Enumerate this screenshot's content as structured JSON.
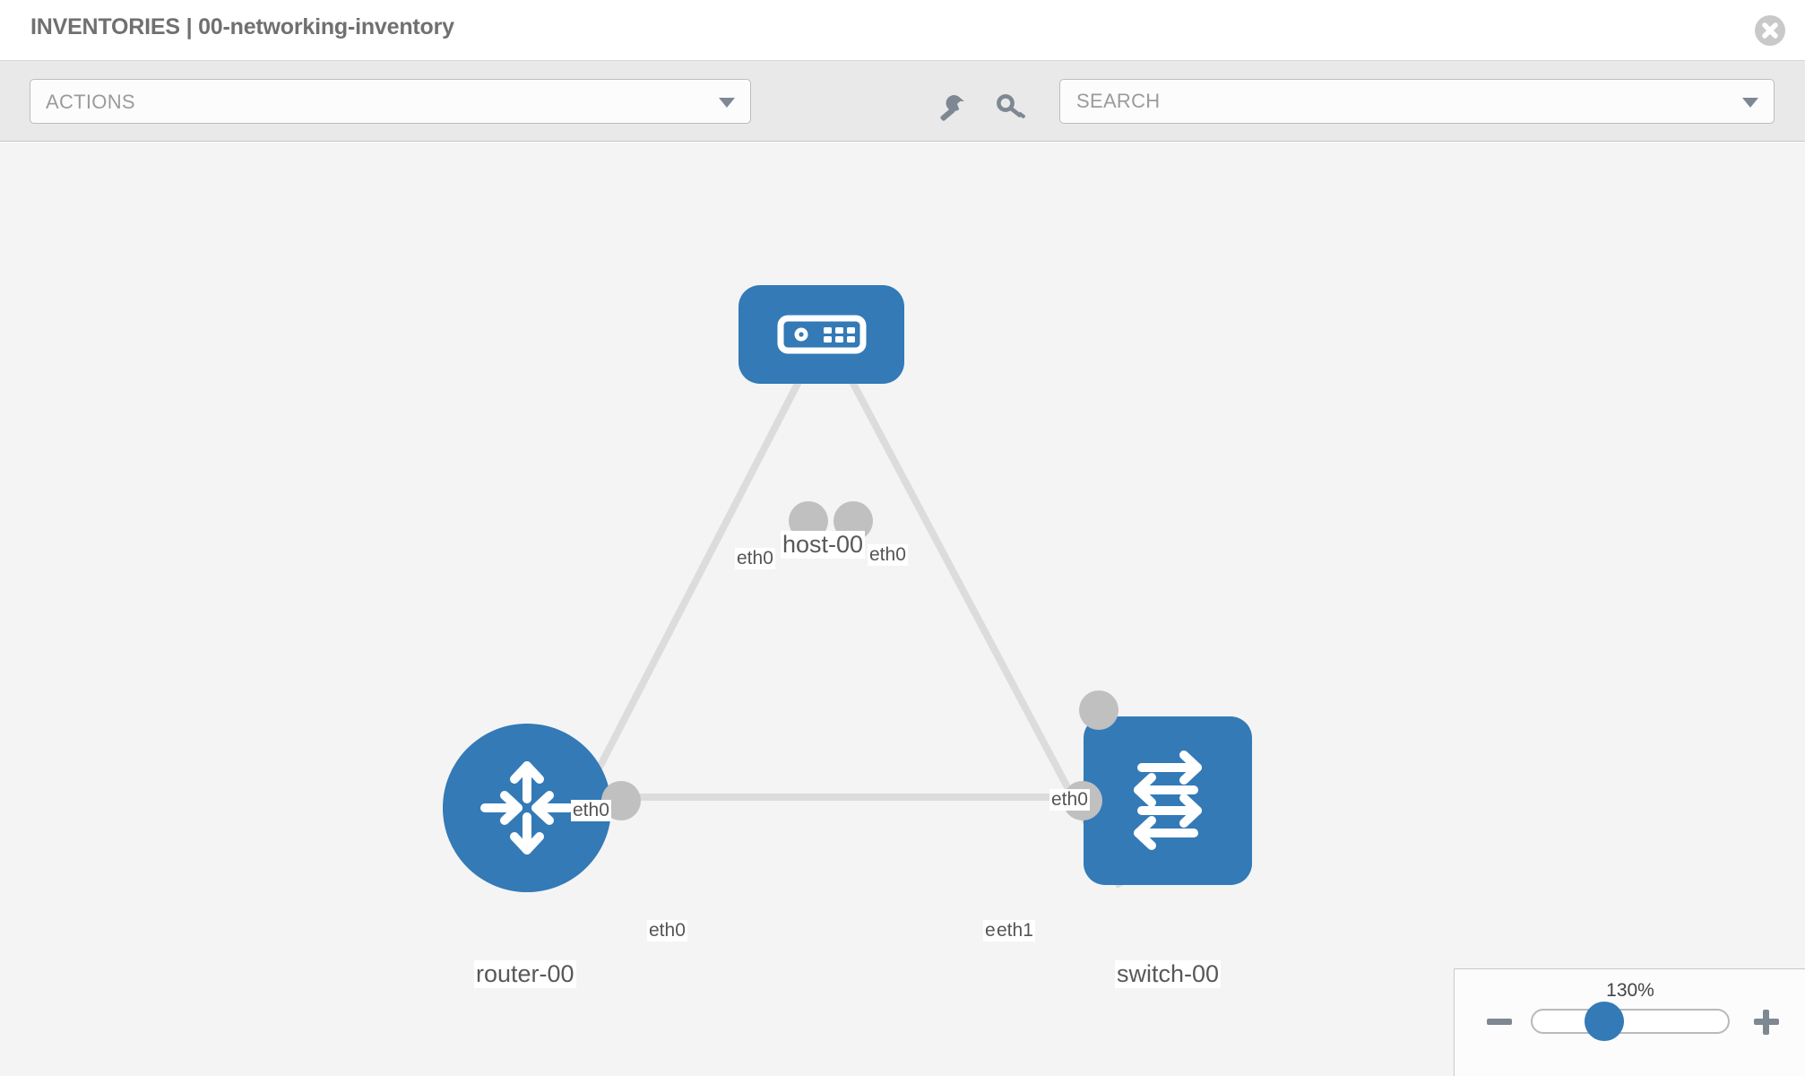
{
  "header": {
    "title": "INVENTORIES | 00-networking-inventory",
    "close_icon": "close-icon"
  },
  "toolbar": {
    "actions_label": "ACTIONS",
    "actions_caret_icon": "chevron-down-icon",
    "wrench_icon": "wrench-icon",
    "key_icon": "key-icon",
    "search_placeholder": "SEARCH",
    "search_value": "",
    "search_caret_icon": "chevron-down-icon"
  },
  "topology": {
    "nodes": [
      {
        "id": "host-00",
        "label": "host-00",
        "icon": "server-icon",
        "shape": "rounded",
        "color": "#337ab7"
      },
      {
        "id": "router-00",
        "label": "router-00",
        "icon": "router-icon",
        "shape": "circle",
        "color": "#337ab7"
      },
      {
        "id": "switch-00",
        "label": "switch-00",
        "icon": "switch-icon",
        "shape": "rounded",
        "color": "#337ab7"
      }
    ],
    "links": [
      {
        "source": "router-00",
        "target": "host-00",
        "source_label": "eth0",
        "target_label": "eth0"
      },
      {
        "source": "host-00",
        "target": "switch-00",
        "source_label": "eth0",
        "target_label": "eth0"
      },
      {
        "source": "router-00",
        "target": "switch-00",
        "source_label": "eth0",
        "target_label_a": "eth0",
        "target_label_b": "eth1"
      }
    ],
    "edge_labels": {
      "host_left": "eth0",
      "host_right": "eth0",
      "router_up": "eth0",
      "switch_up": "eth0",
      "router_right": "eth0",
      "switch_left_hidden": "eth0",
      "switch_left": "eth1"
    },
    "link_color": "#dcdcdc",
    "port_color": "#c0c0c0"
  },
  "zoom": {
    "value_label": "130%",
    "minus_label": "minus-button",
    "plus_label": "plus-button",
    "percent": 130
  }
}
